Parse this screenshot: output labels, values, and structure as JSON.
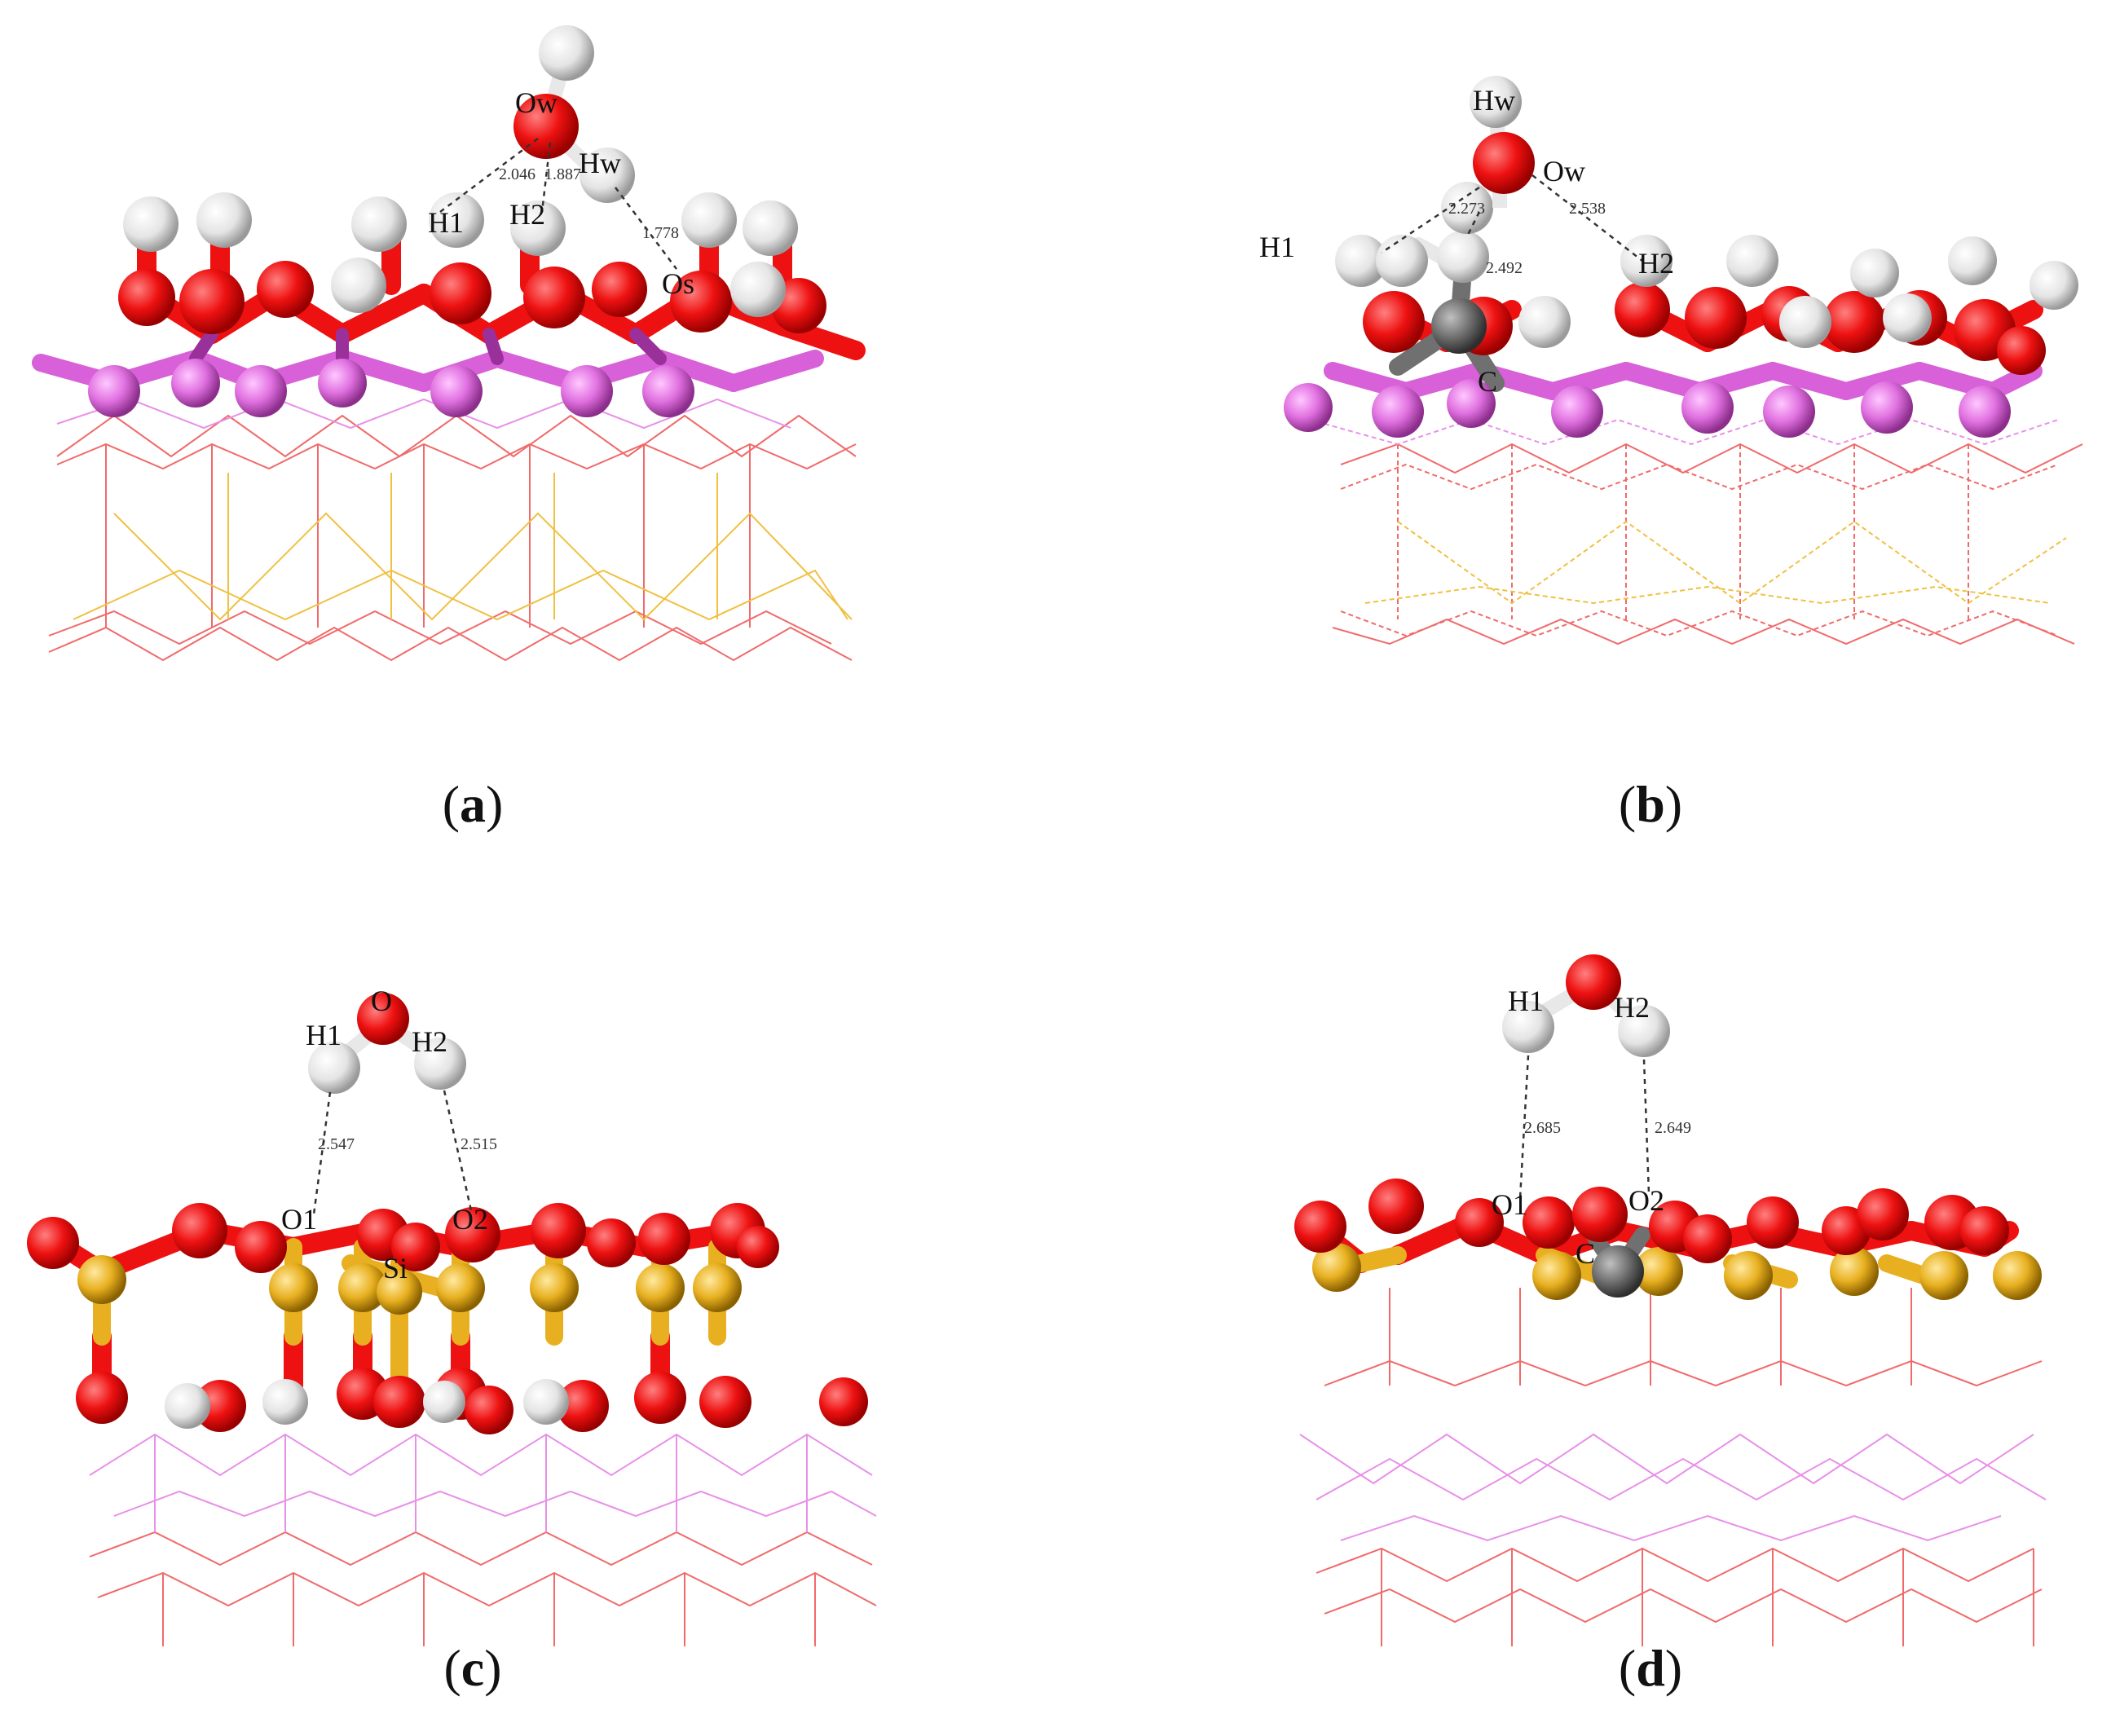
{
  "panels": [
    {
      "id": "a",
      "caption_letter": "a",
      "atom_labels": [
        "Ow",
        "Hw",
        "H1",
        "H2",
        "Os"
      ],
      "distance_labels": [
        "2.046",
        "1.887",
        "1.778"
      ]
    },
    {
      "id": "b",
      "caption_letter": "b",
      "atom_labels": [
        "Hw",
        "Ow",
        "H1",
        "H2",
        "C"
      ],
      "distance_labels": [
        "2.273",
        "2.492",
        "2.538"
      ]
    },
    {
      "id": "c",
      "caption_letter": "c",
      "atom_labels": [
        "O",
        "H1",
        "H2",
        "O1",
        "O2",
        "Si"
      ],
      "distance_labels": [
        "2.547",
        "2.515"
      ]
    },
    {
      "id": "d",
      "caption_letter": "d",
      "atom_labels": [
        "H1",
        "H2",
        "O1",
        "O2",
        "C"
      ],
      "distance_labels": [
        "2.685",
        "2.649"
      ]
    }
  ],
  "colors": {
    "oxygen": "#ee1111",
    "hydrogen": "#e6e6e6",
    "aluminum": "#e070e0",
    "silicon": "#e8b020",
    "carbon": "#707070",
    "hbond": "#333333"
  }
}
